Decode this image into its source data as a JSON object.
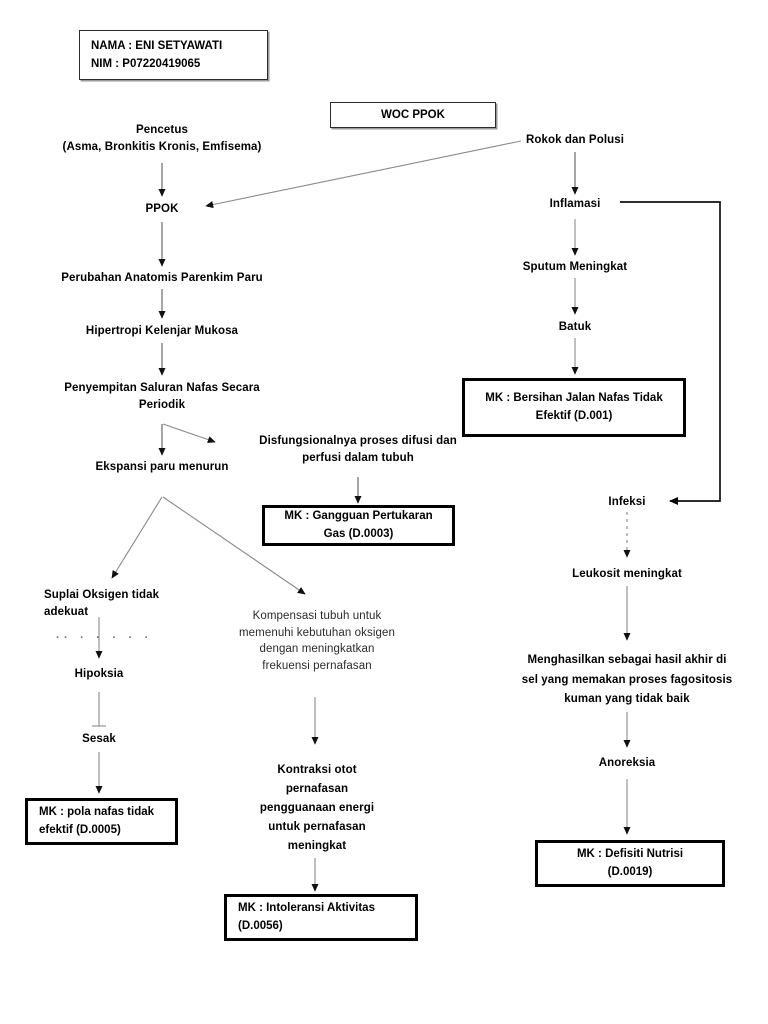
{
  "document": {
    "title": "WOC PPOK",
    "kind": "nursing-concept-map"
  },
  "header": {
    "identity_box": {
      "name_line": "NAMA : ENI SETYAWATI",
      "nim_line": "NIM : P07220419065"
    },
    "title_box": {
      "label": "WOC PPOK"
    }
  },
  "nodes": {
    "pencetus_title": "Pencetus",
    "pencetus_detail": "(Asma, Bronkitis Kronis, Emfisema)",
    "ppok": "PPOK",
    "perubahan_anatomis": "Perubahan Anatomis Parenkim Paru",
    "hipertropi": "Hipertropi Kelenjar Mukosa",
    "penyempitan_l1": "Penyempitan Saluran Nafas Secara",
    "penyempitan_l2": "Periodik",
    "ekspansi": "Ekspansi paru menurun",
    "disfungsional_l1": "Disfungsionalnya proses difusi dan",
    "disfungsional_l2": "perfusi dalam tubuh",
    "suplai_l1": "Suplai Oksigen tidak",
    "suplai_l2": "adekuat",
    "hipoksia": "Hipoksia",
    "sesak": "Sesak",
    "kompensasi_l1": "Kompensasi tubuh untuk",
    "kompensasi_l2": "memenuhi kebutuhan oksigen",
    "kompensasi_l3": "dengan meningkatkan",
    "kompensasi_l4": "frekuensi pernafasan",
    "kontraksi_l1": "Kontraksi otot",
    "kontraksi_l2": "pernafasan",
    "kontraksi_l3": "pengguanaan energi",
    "kontraksi_l4": "untuk pernafasan",
    "kontraksi_l5": "meningkat",
    "rokok": "Rokok dan Polusi",
    "inflamasi": "Inflamasi",
    "sputum": "Sputum Meningkat",
    "batuk": "Batuk",
    "infeksi": "Infeksi",
    "leukosit": "Leukosit meningkat",
    "menghasilkan_l1": "Menghasilkan sebagai hasil akhir di",
    "menghasilkan_l2": "sel yang memakan proses fagositosis",
    "menghasilkan_l3": "kuman yang tidak baik",
    "anoreksia": "Anoreksia",
    "stray_dots": ".. .  . . . ."
  },
  "diagnoses": {
    "bersihan_jalan_nafas": {
      "line1": "MK : Bersihan Jalan Nafas Tidak",
      "line2": "Efektif (D.001)",
      "code": "D.001"
    },
    "gangguan_pertukaran_gas": {
      "line1": "MK : Gangguan Pertukaran",
      "line2": "Gas (D.0003)",
      "code": "D.0003"
    },
    "pola_nafas": {
      "line1": "MK : pola nafas tidak",
      "line2": "efektif (D.0005)",
      "code": "D.0005"
    },
    "intoleransi_aktivitas": {
      "line1": "MK : Intoleransi Aktivitas",
      "line2": "(D.0056)",
      "code": "D.0056"
    },
    "defisit_nutrisi": {
      "line1": "MK : Defisiti Nutrisi",
      "line2": "(D.0019)",
      "code": "D.0019"
    }
  },
  "colors": {
    "page_background": "#ffffff",
    "text": "#000000",
    "light_text": "#2b2b2b",
    "arrow_stroke": "#555555",
    "dark_arrow_stroke": "#111111",
    "thin_box_border": "#2b2b2b",
    "thick_box_border": "#000000"
  }
}
